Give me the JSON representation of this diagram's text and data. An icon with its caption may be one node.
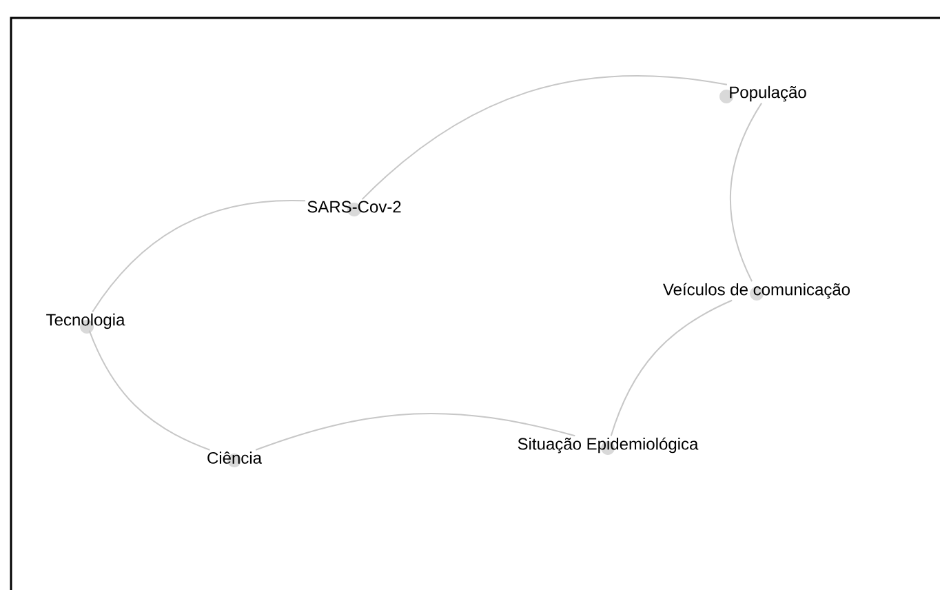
{
  "diagram": {
    "nodes": [
      {
        "text": [
          "População"
        ]
      },
      {
        "text": [
          "SARS-Cov-2"
        ]
      },
      {
        "text": [
          "Veículos de comunicação"
        ]
      },
      {
        "text": [
          "Tecnologia"
        ]
      },
      {
        "text": [
          "Situação Epidemiológica"
        ]
      },
      {
        "text": [
          "Ciência"
        ]
      }
    ],
    "edges": [
      {
        "from": 0,
        "to": 1,
        "arrow": "none"
      },
      {
        "from": 1,
        "to": 3,
        "arrow": "none"
      },
      {
        "from": 3,
        "to": 5,
        "arrow": "none"
      },
      {
        "from": 5,
        "to": 4,
        "arrow": "none"
      },
      {
        "from": 4,
        "to": 2,
        "arrow": "none"
      },
      {
        "from": 2,
        "to": 0,
        "arrow": "none"
      }
    ]
  }
}
